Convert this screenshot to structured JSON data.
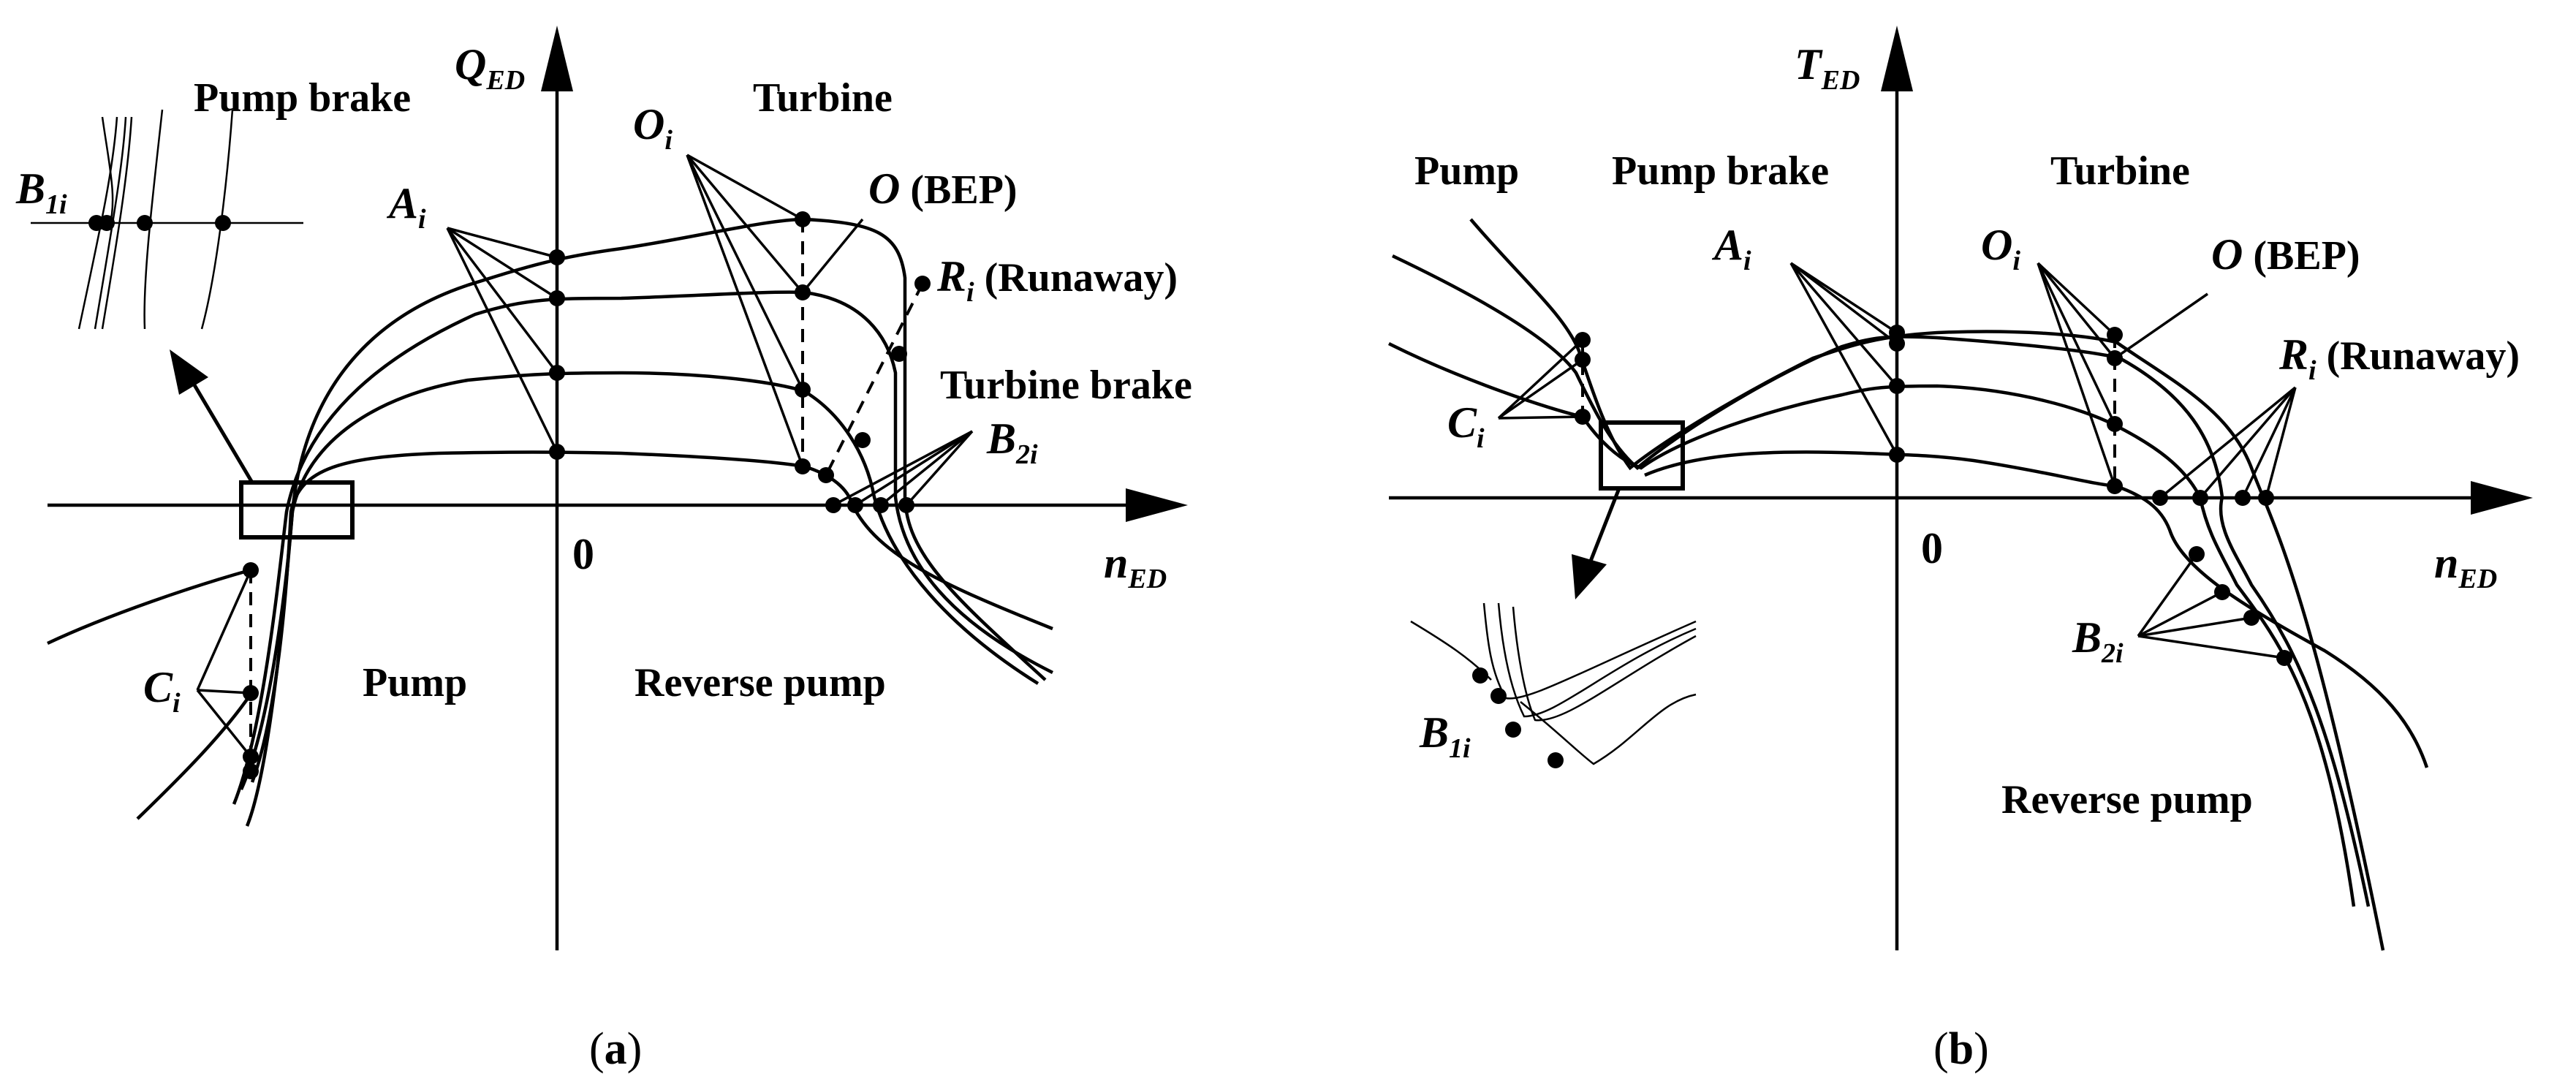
{
  "panel_a": {
    "axis_y_main": "Q",
    "axis_y_sub": "ED",
    "axis_x_main": "n",
    "axis_x_sub": "ED",
    "origin": "0",
    "regions": {
      "pump_brake": "Pump brake",
      "turbine": "Turbine",
      "turbine_brake": "Turbine brake",
      "pump": "Pump",
      "reverse_pump": "Reverse pump"
    },
    "points": {
      "A_main": "A",
      "A_sub": "i",
      "O_main": "O",
      "O_sub": "i",
      "BEP_main": "O",
      "BEP_text": " (BEP)",
      "R_main": "R",
      "R_sub": "i",
      "R_text": " (Runaway)",
      "B2_main": "B",
      "B2_sub": "2i",
      "B1_main": "B",
      "B1_sub": "1i",
      "C_main": "C",
      "C_sub": "i"
    },
    "caption_open": "(",
    "caption_letter": "a",
    "caption_close": ")"
  },
  "panel_b": {
    "axis_y_main": "T",
    "axis_y_sub": "ED",
    "axis_x_main": "n",
    "axis_x_sub": "ED",
    "origin": "0",
    "regions": {
      "pump": "Pump",
      "pump_brake": "Pump brake",
      "turbine": "Turbine",
      "reverse_pump": "Reverse pump"
    },
    "points": {
      "A_main": "A",
      "A_sub": "i",
      "O_main": "O",
      "O_sub": "i",
      "BEP_main": "O",
      "BEP_text": " (BEP)",
      "R_main": "R",
      "R_sub": "i",
      "R_text": " (Runaway)",
      "C_main": "C",
      "C_sub": "i",
      "B2_main": "B",
      "B2_sub": "2i",
      "B1_main": "B",
      "B1_sub": "1i"
    },
    "caption_open": "(",
    "caption_letter": "b",
    "caption_close": ")"
  }
}
